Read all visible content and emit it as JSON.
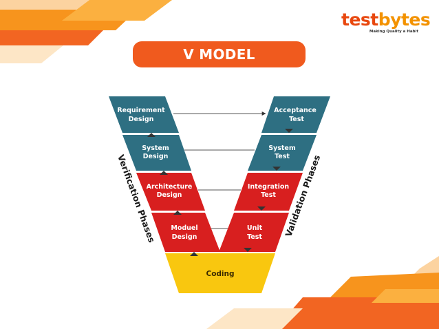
{
  "logo": {
    "text_part1": "test",
    "text_part2": "bytes",
    "tagline": "Making Quality a Habit"
  },
  "title": "V MODEL",
  "colors": {
    "brand_orange": "#f05a1e",
    "teal": "#2e6f82",
    "red": "#d81f1f",
    "yellow": "#f9c70f",
    "deco_orange": "#f7941d",
    "deco_light": "#fcd8a8"
  },
  "diagram": {
    "left_stages": [
      {
        "line1": "Requirement",
        "line2": "Design"
      },
      {
        "line1": "System",
        "line2": "Design"
      },
      {
        "line1": "Architecture",
        "line2": "Design"
      },
      {
        "line1": "Moduel",
        "line2": "Design"
      }
    ],
    "right_stages": [
      {
        "line1": "Acceptance",
        "line2": "Test"
      },
      {
        "line1": "System",
        "line2": "Test"
      },
      {
        "line1": "Integration",
        "line2": "Test"
      },
      {
        "line1": "Unit",
        "line2": "Test"
      }
    ],
    "bottom_stage": "Coding",
    "left_phase": "Verification Phases",
    "right_phase": "Validation Phases"
  }
}
